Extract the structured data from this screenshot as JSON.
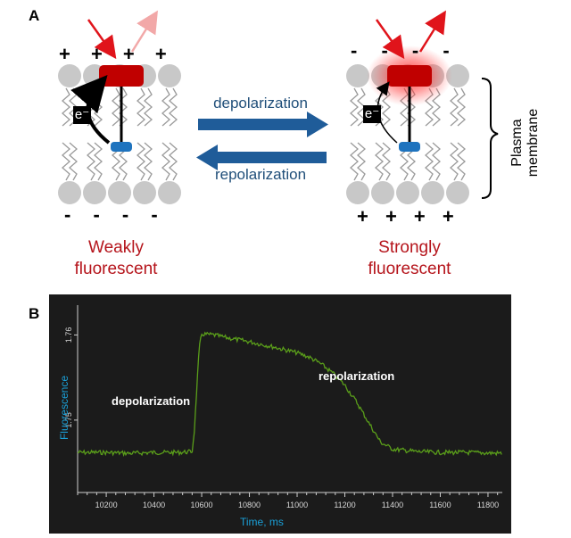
{
  "panel_a": {
    "letter": "A",
    "left_state": {
      "line1": "Weakly",
      "line2": "fluorescent",
      "top_signs": "+ + + +",
      "bottom_signs": "- - - -"
    },
    "right_state": {
      "line1": "Strongly",
      "line2": "fluorescent",
      "top_signs": "- - - -",
      "bottom_signs": "+ + + +"
    },
    "forward_label": "depolarization",
    "reverse_label": "repolarization",
    "electron": "e⁻",
    "membrane_label": {
      "line1": "Plasma",
      "line2": "membrane"
    },
    "colors": {
      "label_red": "#b5141b",
      "arrow_blue": "#1f5c99",
      "fluor_red": "#c00000",
      "donor_blue": "#1e73be",
      "lipid_gray": "#c8c8c8"
    }
  },
  "panel_b": {
    "letter": "B",
    "annotation_depol": "depolarization",
    "annotation_repol": "repolarization",
    "colors": {
      "background": "#1b1b1b",
      "trace": "#5a9e1a",
      "axis_label": "#1aa0d8",
      "tick_text": "#d8d8d8"
    }
  },
  "chart_data": {
    "type": "line",
    "xlabel": "Time, ms",
    "ylabel": "Fluorescence",
    "x_ticks": [
      10200,
      10400,
      10600,
      10800,
      11000,
      11200,
      11400,
      11600,
      11800
    ],
    "y_ticks": [
      1.75,
      1.76
    ],
    "xlim": [
      10080,
      11860
    ],
    "ylim": [
      1.7415,
      1.7635
    ],
    "grid": false,
    "series": [
      {
        "x": [
          10080,
          10200,
          10300,
          10400,
          10500,
          10560,
          10570,
          10580,
          10590,
          10600,
          10650,
          10700,
          10800,
          10900,
          11000,
          11050,
          11100,
          11150,
          11200,
          11250,
          11300,
          11350,
          11400,
          11500,
          11600,
          11700,
          11860
        ],
        "values": [
          1.7462,
          1.7462,
          1.7461,
          1.7462,
          1.7462,
          1.7463,
          1.749,
          1.754,
          1.7585,
          1.7601,
          1.76,
          1.7597,
          1.7592,
          1.7586,
          1.7579,
          1.7574,
          1.7566,
          1.7555,
          1.7541,
          1.7521,
          1.7497,
          1.7474,
          1.7466,
          1.7463,
          1.7462,
          1.7462,
          1.7461
        ]
      }
    ]
  }
}
